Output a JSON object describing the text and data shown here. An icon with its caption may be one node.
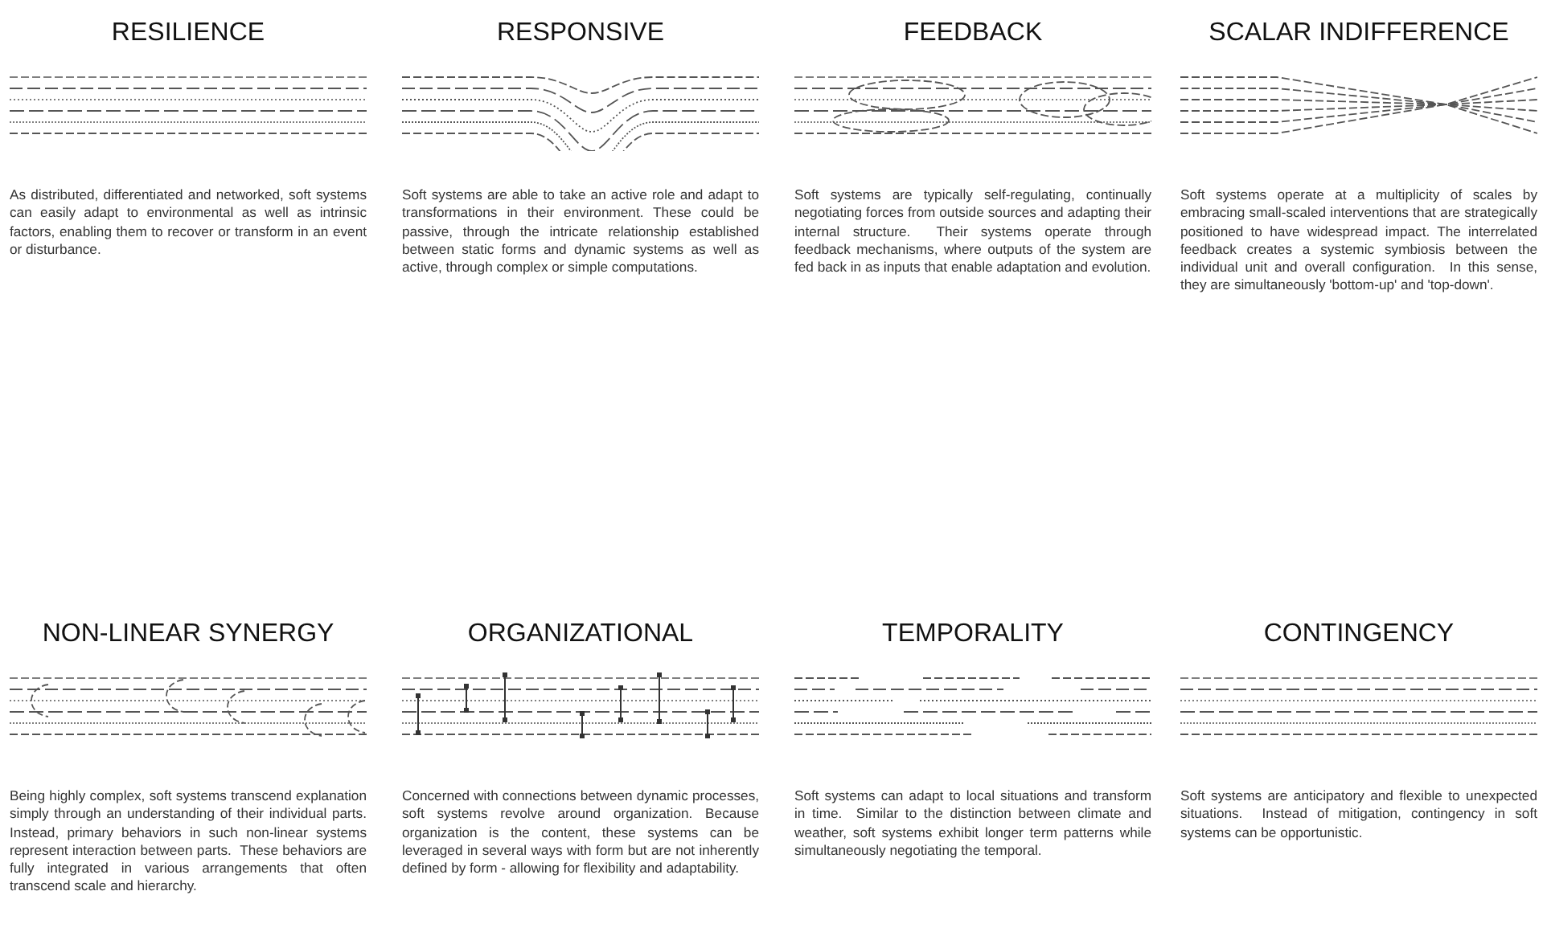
{
  "diagram": {
    "labels": [
      "RESILIENCE",
      "As distributed, differentiated and networked, soft systems can easily adapt to environmental as well as intrinsic factors, enabling them to recover or transform in an event or disturbance.",
      "RESPONSIVE",
      "Soft systems are able to take an active role and adapt to transformations in their environment. These could be passive, through the intricate relationship established between static forms and dynamic systems as well as active, through complex or simple computations.",
      "FEEDBACK",
      "Soft systems are typically self-regulating, continually negotiating forces from outside sources and adapting their internal structure.  Their systems operate through feedback mechanisms, where outputs of the system are fed back in as inputs that enable adaptation and evolution.",
      "SCALAR INDIFFERENCE",
      "Soft systems operate at a multiplicity of scales by embracing small-scaled interventions that are strategically positioned to have widespread impact. The interrelated feedback creates a systemic symbiosis between the individual unit and overall configuration.  In this sense, they are simultaneously 'bottom-up' and 'top-down'.",
      "NON-LINEAR SYNERGY",
      "Being highly complex, soft systems transcend explanation simply through an understanding of their individual parts.  Instead, primary behaviors in such non-linear systems represent interaction between parts.  These behaviors are fully integrated in various arrangements that often transcend scale and hierarchy.",
      "ORGANIZATIONAL",
      "Concerned with connections between dynamic processes, soft systems revolve around organization. Because organization is the content, these systems can be leveraged in several ways with form but are not inherently defined by form - allowing for flexibility and adaptability.",
      "TEMPORALITY",
      "Soft systems can adapt to local situations and transform in time.  Similar to the distinction between climate and weather, soft systems exhibit longer term patterns while simultaneously negotiating the temporal.",
      "CONTINGENCY",
      "Soft systems are anticipatory and flexible to unexpected situations.  Instead of mitigation, contingency in soft systems can be opportunistic."
    ]
  }
}
